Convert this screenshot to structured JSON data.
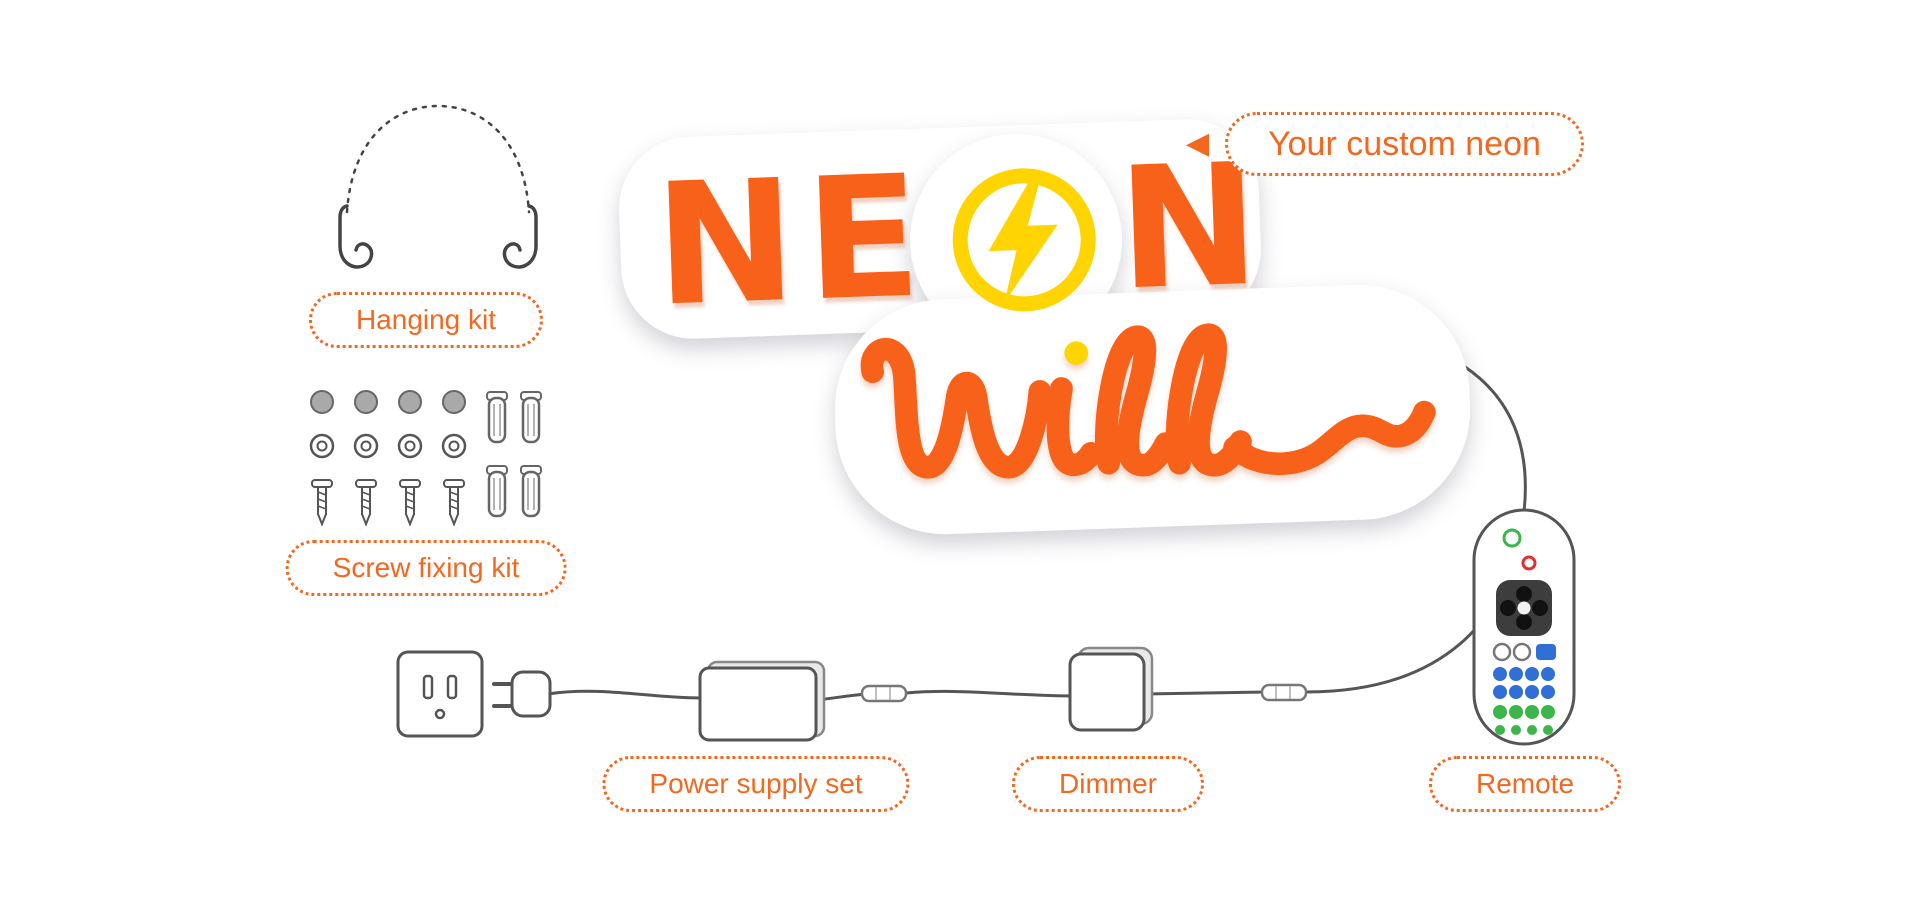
{
  "colors": {
    "accent_orange": "#F4671F",
    "neon_orange": "#F8611A",
    "neon_yellow": "#FFD400",
    "line_gray": "#555555",
    "remote_blue": "#2F6FD6",
    "remote_green": "#3CB54A",
    "remote_red": "#E03030"
  },
  "labels": {
    "hanging_kit": "Hanging kit",
    "screw_fixing_kit": "Screw fixing kit",
    "power_supply_set": "Power supply set",
    "dimmer": "Dimmer",
    "remote": "Remote"
  },
  "callout": {
    "arrow": "◀",
    "text": "Your custom neon"
  },
  "neon_sign": {
    "word": "NEON",
    "word_before_bolt": "NE",
    "word_after_bolt": "N",
    "script_word": "will~"
  }
}
